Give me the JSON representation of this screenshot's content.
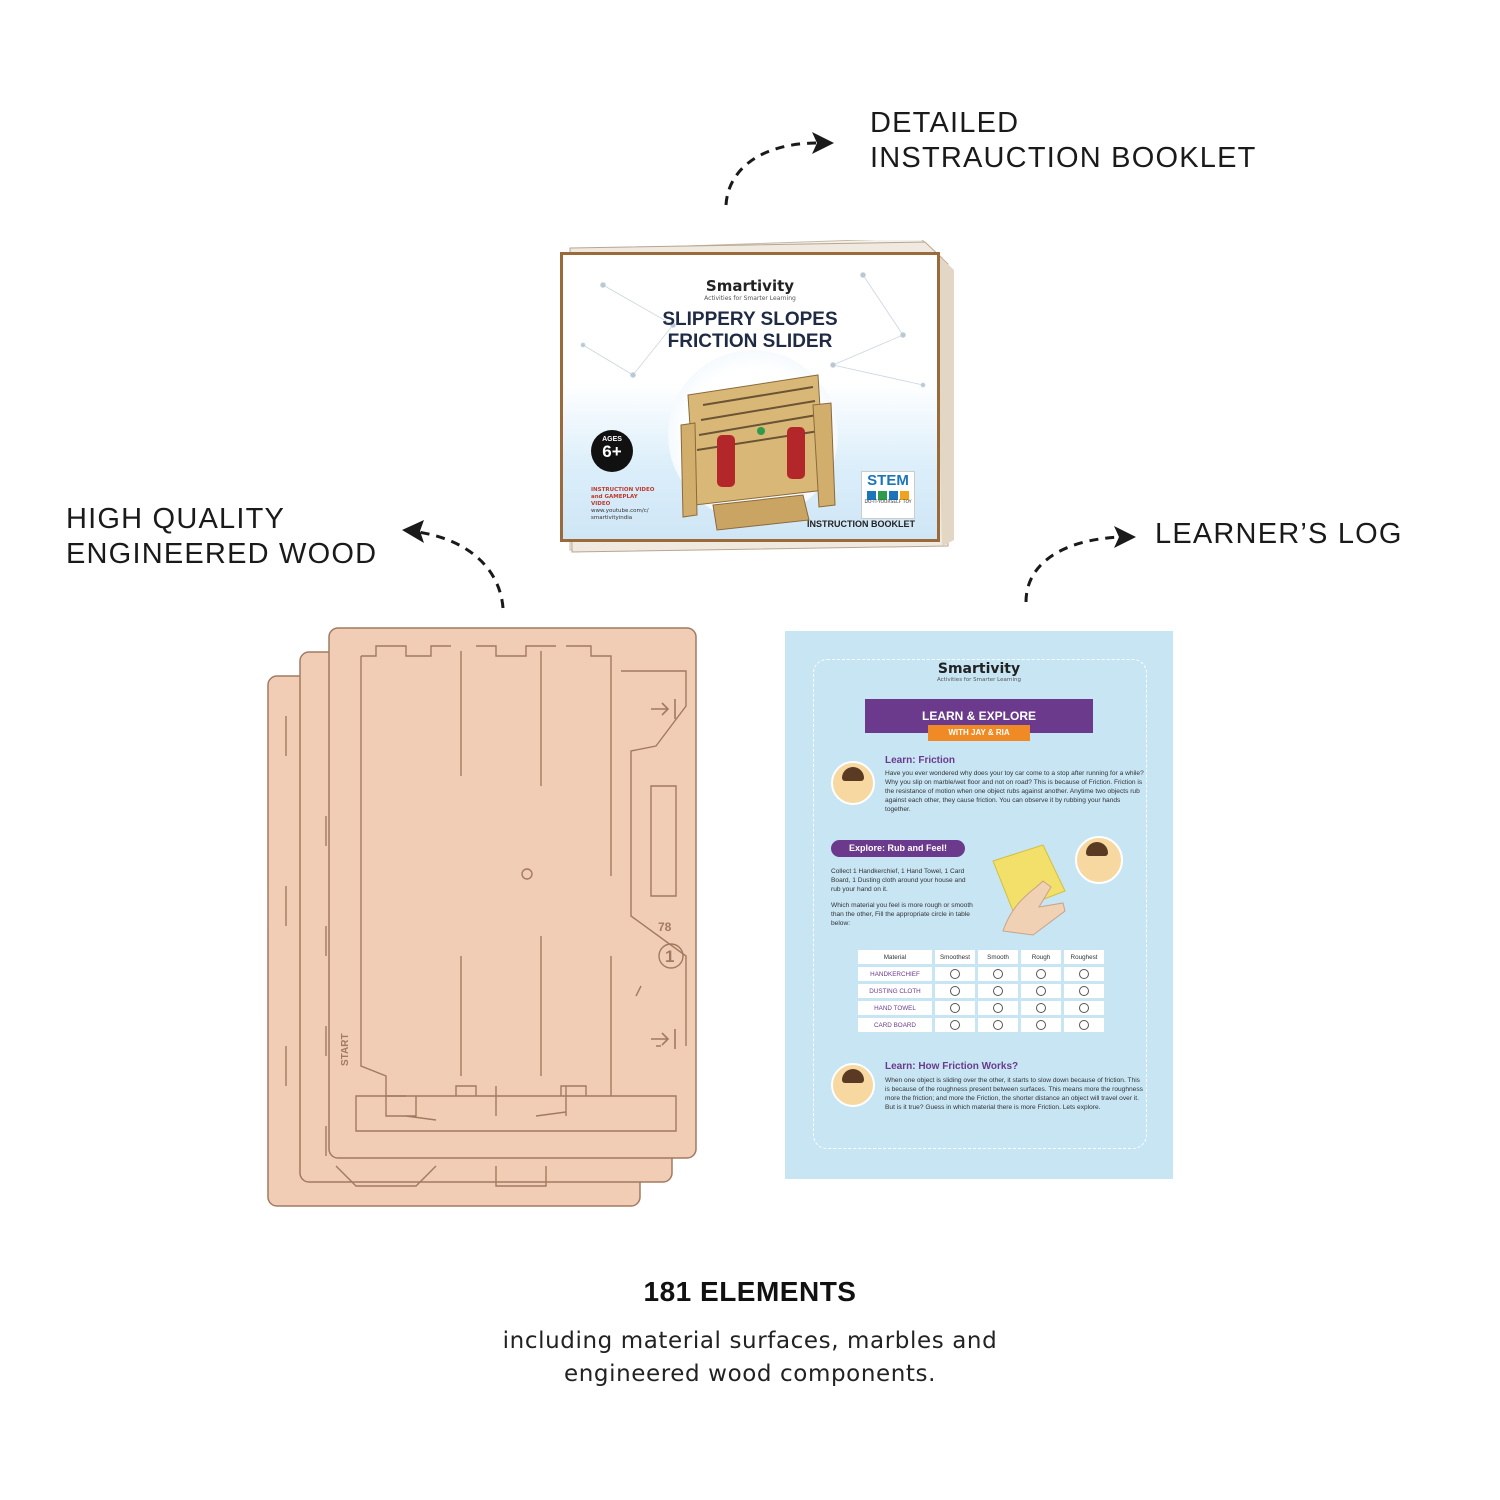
{
  "callouts": {
    "booklet": {
      "line1": "DETAILED",
      "line2": "INSTRAUCTION BOOKLET"
    },
    "wood": {
      "line1": "HIGH QUALITY",
      "line2": "ENGINEERED WOOD"
    },
    "log": {
      "line1": "LEARNER’S LOG"
    }
  },
  "booklet": {
    "brand": "Smartivity",
    "brand_tagline": "Activities for Smarter Learning",
    "title_line1": "SLIPPERY SLOPES",
    "title_line2": "FRICTION SLIDER",
    "ages_label": "AGES",
    "ages_value": "6+",
    "video_line1": "INSTRUCTION VIDEO",
    "video_line2": "and GAMEPLAY VIDEO",
    "video_url": "www.youtube.com/c/",
    "video_channel": "smartivityindia",
    "stem_label": "STEM",
    "stem_sub": "DO-IT-YOURSELF TOY",
    "footer": "INSTRUCTION BOOKLET"
  },
  "wood_sheet": {
    "label_start": "START",
    "number_top": "78",
    "number_circle": "1"
  },
  "learners_log": {
    "brand": "Smartivity",
    "brand_tagline": "Activities for Smarter Learning",
    "ribbon": "LEARN & EXPLORE",
    "ribbon_sub": "WITH JAY & RIA",
    "learn1_heading": "Learn: Friction",
    "learn1_text": "Have you ever wondered why does your toy car come to a stop after running for a while? Why you slip on marble/wet floor and not on road? This is because of Friction. Friction is the resistance of motion when one object rubs against another. Anytime two objects rub against each other, they cause friction. You can observe it by rubbing your hands together.",
    "explore_heading": "Explore: Rub and Feel!",
    "explore_text1": "Collect 1 Handkerchief, 1 Hand Towel, 1 Card Board, 1 Dusting cloth around your house and rub your hand on it.",
    "explore_text2": "Which material you feel is more rough or smooth than the other, Fill the appropriate circle in table below:",
    "table_headers": [
      "Material",
      "Smoothest",
      "Smooth",
      "Rough",
      "Roughest"
    ],
    "table_rows": [
      "HANDKERCHIEF",
      "DUSTING CLOTH",
      "HAND TOWEL",
      "CARD BOARD"
    ],
    "learn2_heading": "Learn: How Friction Works?",
    "learn2_text": "When one object is sliding over the other, it starts to slow down because of friction. This is because of the roughness present between surfaces. This means more the roughness more the friction; and more the Friction, the shorter distance an object will travel over it. But is it true? Guess in which material there is more Friction. Lets explore."
  },
  "summary": {
    "title": "181 ELEMENTS",
    "desc_line1": "including material surfaces, marbles and",
    "desc_line2": "engineered wood components."
  },
  "colors": {
    "wood": "#f2cdb5",
    "wood_line": "#a27a62",
    "log_bg": "#c8e5f4",
    "ribbon": "#6b3a8c",
    "ribbon_sub": "#f08a24"
  }
}
